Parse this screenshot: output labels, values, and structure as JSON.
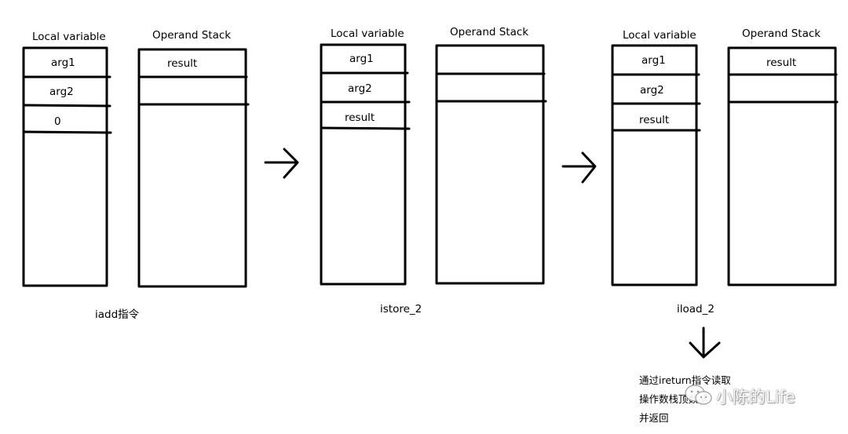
{
  "headers": {
    "local_variable": "Local variable",
    "operand_stack": "Operand Stack"
  },
  "stage1": {
    "locals": [
      "arg1",
      "arg2",
      "0"
    ],
    "stack": [
      "result"
    ],
    "caption": "iadd指令"
  },
  "stage2": {
    "locals": [
      "arg1",
      "arg2",
      "result"
    ],
    "stack": [],
    "caption": "istore_2"
  },
  "stage3": {
    "locals": [
      "arg1",
      "arg2",
      "result"
    ],
    "stack": [
      "result"
    ],
    "caption": "iload_2"
  },
  "note": {
    "line1": "通过ireturn指令读取",
    "line2": "操作数栈顶数据",
    "line3": "并返回"
  },
  "watermark": {
    "text": "小陈的Life",
    "icon": "wechat-icon"
  }
}
